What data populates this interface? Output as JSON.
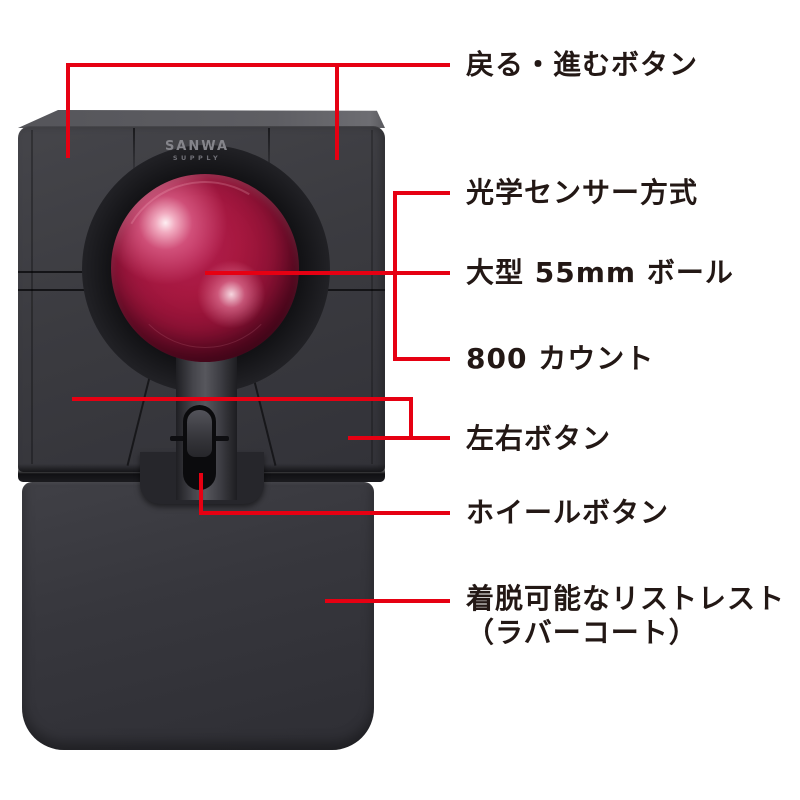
{
  "colors": {
    "annotation_red": "#e60012",
    "label_text": "#231815",
    "background": "#ffffff",
    "device_body": "#3b3b40",
    "ball_red": "#a8183f",
    "wrist_rest_gray": "#37373d"
  },
  "brand": {
    "name": "SANWA",
    "sub": "SUPPLY"
  },
  "callouts": {
    "back_forward": "戻る・進むボタン",
    "optical_sensor": "光学センサー方式",
    "ball_size": "大型 55mm ボール",
    "count": "800 カウント",
    "left_right": "左右ボタン",
    "wheel": "ホイールボタン",
    "wrist_rest_1": "着脱可能なリストレスト",
    "wrist_rest_2": "（ラバーコート）"
  }
}
